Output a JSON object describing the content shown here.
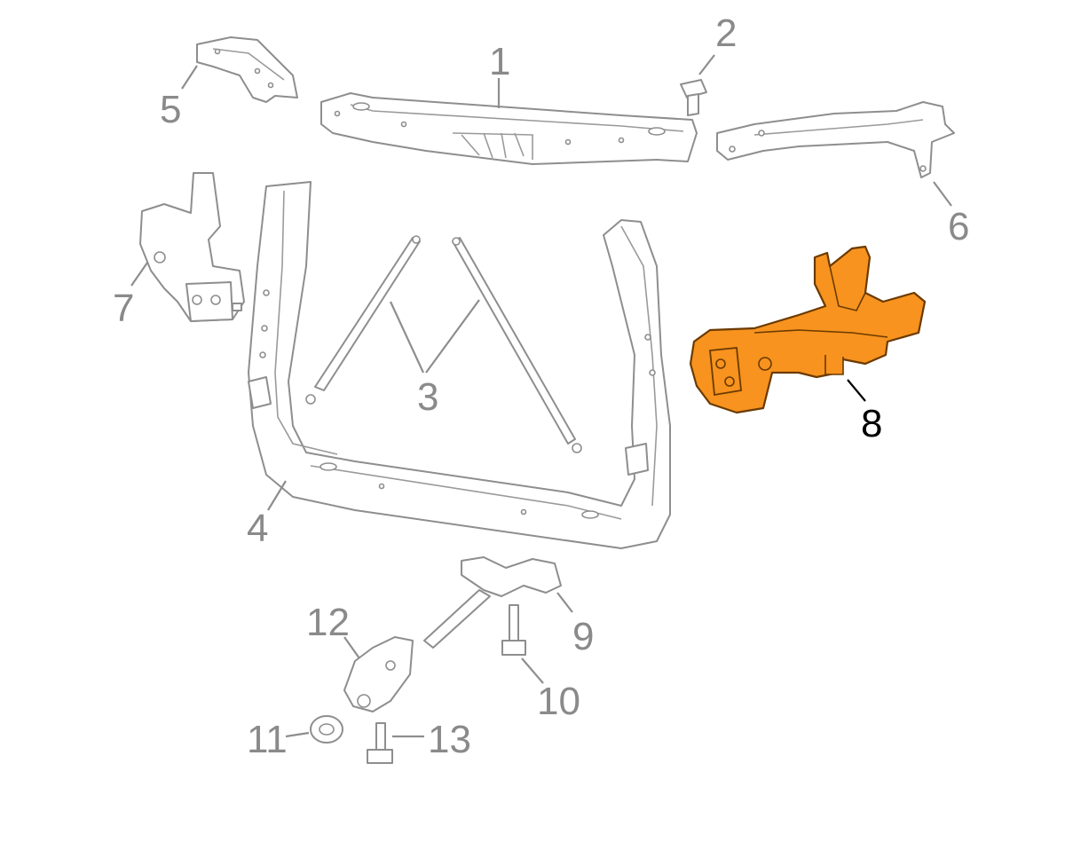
{
  "callouts": [
    {
      "id": "1",
      "label": "1"
    },
    {
      "id": "2",
      "label": "2"
    },
    {
      "id": "3",
      "label": "3"
    },
    {
      "id": "4",
      "label": "4"
    },
    {
      "id": "5",
      "label": "5"
    },
    {
      "id": "6",
      "label": "6"
    },
    {
      "id": "7",
      "label": "7"
    },
    {
      "id": "8",
      "label": "8"
    },
    {
      "id": "9",
      "label": "9"
    },
    {
      "id": "10",
      "label": "10"
    },
    {
      "id": "11",
      "label": "11"
    },
    {
      "id": "12",
      "label": "12"
    },
    {
      "id": "13",
      "label": "13"
    }
  ],
  "highlight": {
    "callout": "8",
    "color": "#f7931e",
    "stroke": "#6b3a00"
  },
  "colors": {
    "outline": "#8e8e8e",
    "label": "#8a8a8a",
    "highlight_label": "#000000"
  }
}
